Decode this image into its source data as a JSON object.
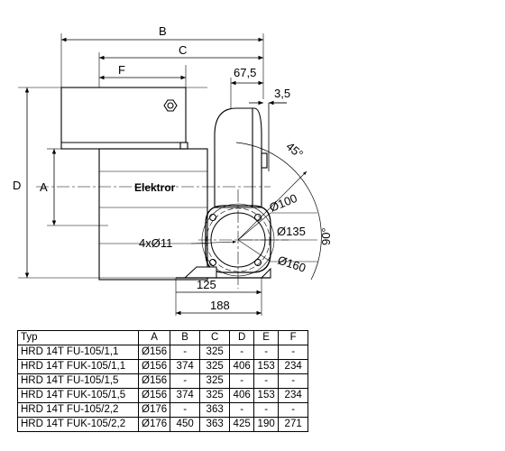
{
  "drawing": {
    "brand_label": "Elektror",
    "dimension_labels": {
      "B": "B",
      "C": "C",
      "F": "F",
      "D": "D",
      "A": "A",
      "d67_5": "67,5",
      "d3_5": "3,5",
      "angle45": "45°",
      "angle90": "90°",
      "d100": "Ø100",
      "d135": "Ø135",
      "d160": "Ø160",
      "holes": "4xØ11",
      "d125": "125",
      "d188": "188"
    }
  },
  "table": {
    "headers": [
      "Typ",
      "A",
      "B",
      "C",
      "D",
      "E",
      "F"
    ],
    "rows": [
      [
        "HRD 14T FU-105/1,1",
        "Ø156",
        "-",
        "325",
        "-",
        "-",
        "-"
      ],
      [
        "HRD 14T FUK-105/1,1",
        "Ø156",
        "374",
        "325",
        "406",
        "153",
        "234"
      ],
      [
        "HRD 14T FU-105/1,5",
        "Ø156",
        "-",
        "325",
        "-",
        "-",
        "-"
      ],
      [
        "HRD 14T FUK-105/1,5",
        "Ø156",
        "374",
        "325",
        "406",
        "153",
        "234"
      ],
      [
        "HRD 14T FU-105/2,2",
        "Ø176",
        "-",
        "363",
        "-",
        "-",
        "-"
      ],
      [
        "HRD 14T FUK-105/2,2",
        "Ø176",
        "450",
        "363",
        "425",
        "190",
        "271"
      ]
    ]
  }
}
